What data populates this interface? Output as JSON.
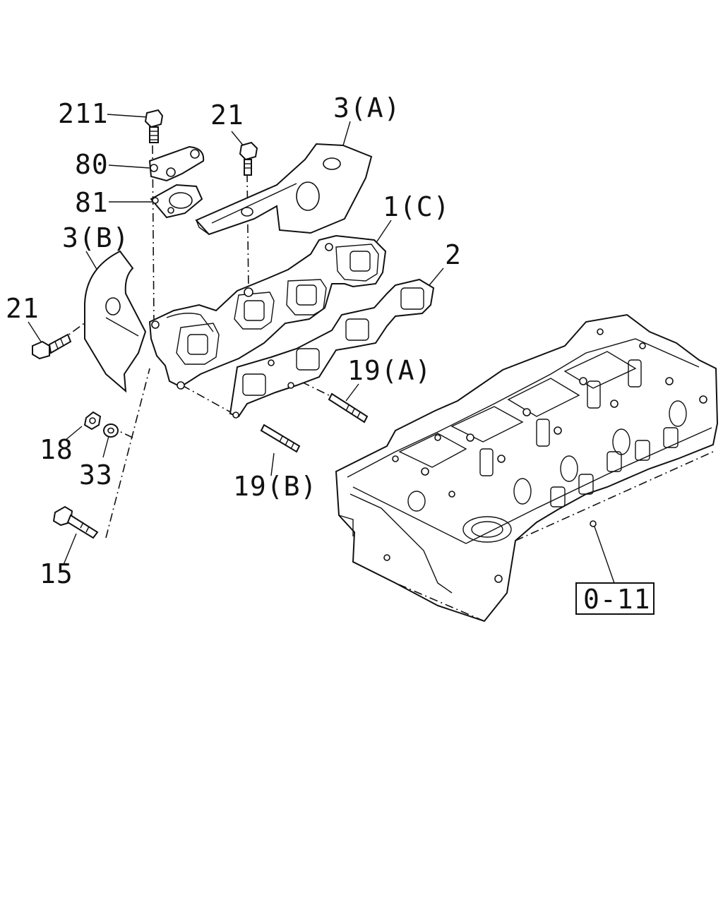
{
  "diagram": {
    "callouts": [
      {
        "id": "bolt-211",
        "text": "211"
      },
      {
        "id": "bolt-21-top",
        "text": "21"
      },
      {
        "id": "heat-shield-3a",
        "text": "3(A)"
      },
      {
        "id": "bracket-80",
        "text": "80"
      },
      {
        "id": "gasket-81",
        "text": "81"
      },
      {
        "id": "manifold-1c",
        "text": "1(C)"
      },
      {
        "id": "heat-shield-3b",
        "text": "3(B)"
      },
      {
        "id": "gasket-2",
        "text": "2"
      },
      {
        "id": "bolt-21-left",
        "text": "21"
      },
      {
        "id": "stud-19a",
        "text": "19(A)"
      },
      {
        "id": "nut-18",
        "text": "18"
      },
      {
        "id": "washer-33",
        "text": "33"
      },
      {
        "id": "stud-19b",
        "text": "19(B)"
      },
      {
        "id": "bolt-15",
        "text": "15"
      }
    ],
    "reference_box": "0-11"
  }
}
